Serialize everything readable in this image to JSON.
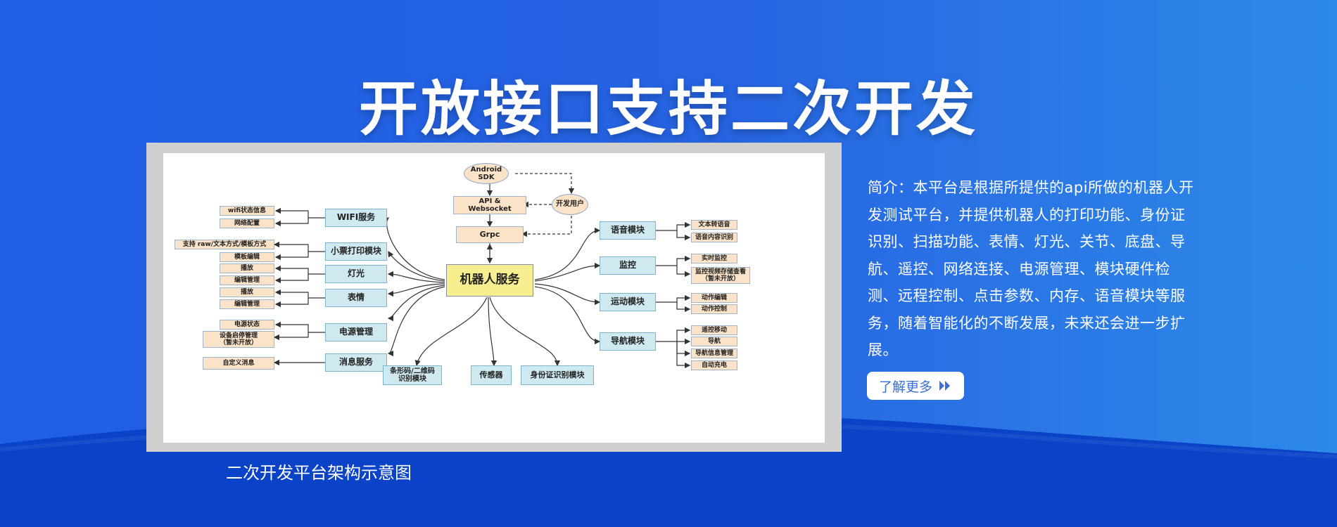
{
  "page": {
    "title": "开放接口支持二次开发",
    "caption": "二次开发平台架构示意图",
    "intro": "简介：本平台是根据所提供的api所做的机器人开发测试平台，并提供机器人的打印功能、身份证识别、扫描功能、表情、灯光、关节、底盘、导航、遥控、网络连接、电源管理、模块硬件检测、远程控制、点击参数、内存、语音模块等服务，随着智能化的不断发展，未来还会进一步扩展。",
    "more_button": "了解更多",
    "more_icon": "double-chevron-right-icon"
  },
  "colors": {
    "background_start": "#1f5ee6",
    "background_end": "#2d8ae8",
    "wave_dark": "#0a42c8",
    "node_blue": "#cfe9f1",
    "node_peach": "#fbe3c9",
    "node_center": "#f7ee8f"
  },
  "diagram": {
    "center": "机器人服务",
    "top": {
      "android": [
        "Android",
        "SDK"
      ],
      "api": [
        "API &",
        "Websocket"
      ],
      "grpc": "Grpc",
      "developer": "开发用户"
    },
    "left_modules": [
      {
        "name": "WIFI服务",
        "items": [
          "wifi状态信息",
          "网络配置"
        ]
      },
      {
        "name": "小票打印模块",
        "items": [
          "支持 raw/文本方式/模板方式",
          "模板编辑"
        ]
      },
      {
        "name": "灯光",
        "items": [
          "播放",
          "编辑管理"
        ]
      },
      {
        "name": "表情",
        "items": [
          "播放",
          "编辑管理"
        ]
      },
      {
        "name": "电源管理",
        "items": [
          "电源状态",
          "设备启停管理\n（暂未开放）"
        ]
      },
      {
        "name": "消息服务",
        "items": [
          "自定义消息"
        ]
      }
    ],
    "right_modules": [
      {
        "name": "语音模块",
        "items": [
          "文本转语音",
          "语音内容识别"
        ]
      },
      {
        "name": "监控",
        "items": [
          "实时监控",
          "监控视频存储查看\n（暂未开放）"
        ]
      },
      {
        "name": "运动模块",
        "items": [
          "动作编辑",
          "动作控制"
        ]
      },
      {
        "name": "导航模块",
        "items": [
          "遥控移动",
          "导航",
          "导航信息管理",
          "自动充电"
        ]
      }
    ],
    "bottom_modules": [
      [
        "条形码/二维码",
        "识别模块"
      ],
      "传感器",
      "身份证识别模块"
    ]
  }
}
